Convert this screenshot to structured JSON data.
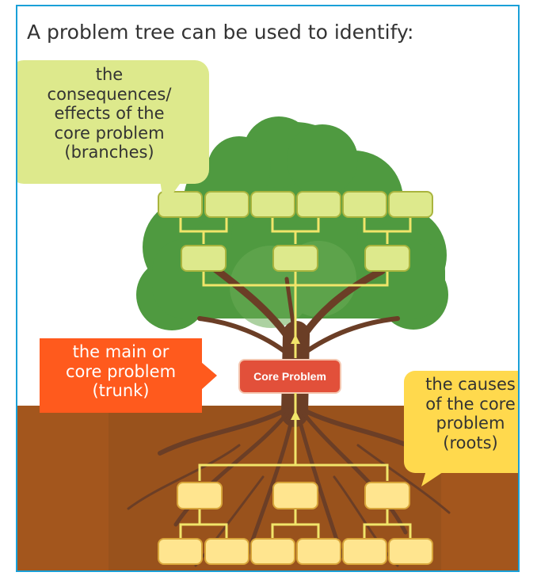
{
  "title": "A problem tree can be used to identify:",
  "bubbles": {
    "effects": [
      "the",
      "consequences/",
      "effects of the",
      "core problem",
      "(branches)"
    ],
    "main": [
      "the main or",
      "core problem",
      "(trunk)"
    ],
    "causes": [
      "the causes",
      "of the core",
      "problem",
      "(roots)"
    ]
  },
  "core_label": "Core Problem",
  "colors": {
    "border": "#1aa0d8",
    "soil": "#a3561d",
    "foliage": "#4f9a40",
    "effect_box": "#dde98c",
    "cause_box": "#ffe58f",
    "core_box": "#e2503a",
    "trunk": "#6b3e26",
    "main_bubble": "#ff5a1d",
    "causes_bubble": "#ffd94d"
  }
}
